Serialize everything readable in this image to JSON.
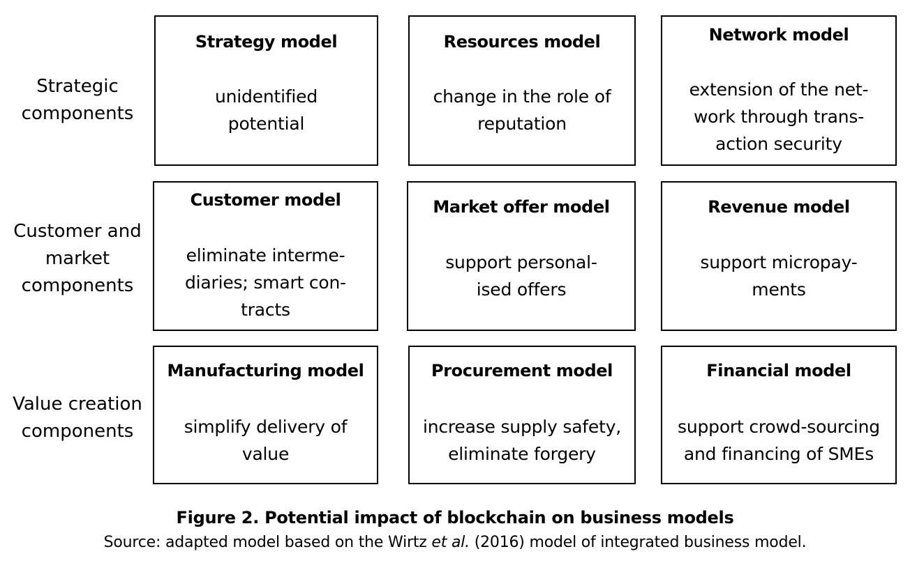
{
  "rows": [
    {
      "label": "Strategic\ncomponents",
      "boxes": [
        {
          "title": "Strategy model",
          "body": "unidentified\npotential"
        },
        {
          "title": "Resources model",
          "body": "change in the role of\nreputation"
        },
        {
          "title": "Network model",
          "body": "extension of the net-\nwork through trans-\naction security"
        }
      ]
    },
    {
      "label": "Customer and\nmarket\ncomponents",
      "boxes": [
        {
          "title": "Customer model",
          "body": "eliminate interme-\ndiaries; smart con-\ntracts"
        },
        {
          "title": "Market offer model",
          "body": "support personal-\nised offers"
        },
        {
          "title": "Revenue model",
          "body": "support micropay-\nments"
        }
      ]
    },
    {
      "label": "Value creation\ncomponents",
      "boxes": [
        {
          "title": "Manufacturing model",
          "body": "simplify delivery of\nvalue"
        },
        {
          "title": "Procurement model",
          "body": "increase supply safety,\neliminate forgery"
        },
        {
          "title": "Financial model",
          "body": "support crowd-sourcing\nand financing of SMEs"
        }
      ]
    }
  ],
  "caption": {
    "title": "Figure 2. Potential impact of blockchain on business models",
    "source_prefix": "Source: adapted model based on the Wirtz ",
    "source_italic": "et al.",
    "source_suffix": " (2016) model of integrated business model."
  }
}
